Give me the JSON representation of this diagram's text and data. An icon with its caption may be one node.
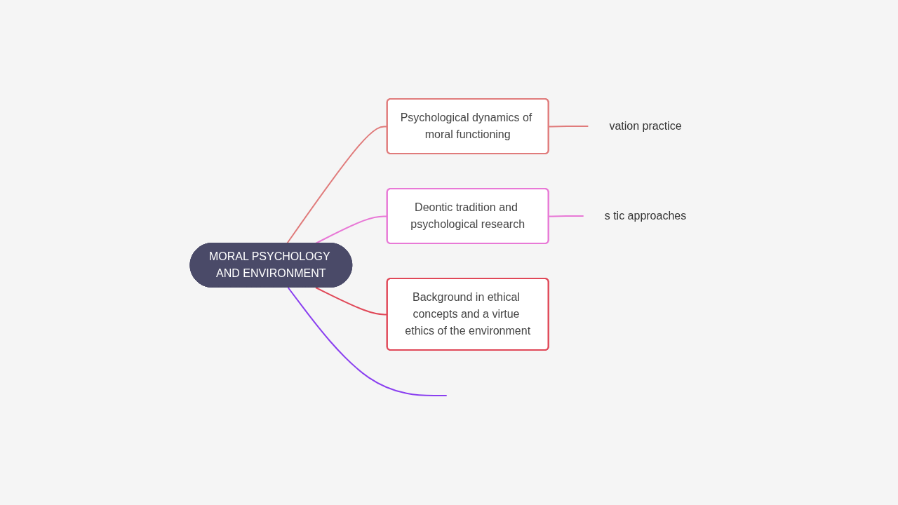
{
  "diagram": {
    "nodes": [
      {
        "text": [
          "MORAL PSYCHOLOGY AND ENVIRONMENT"
        ]
      },
      {
        "text": [
          "Psychological dynamics of moral functioning"
        ]
      },
      {
        "text": [
          "vation practice"
        ]
      },
      {
        "text": [
          "Deontic tradition and psychological research"
        ]
      },
      {
        "text": [
          "s tic approaches"
        ]
      },
      {
        "text": [
          "Background in ethical concepts and a virtue ethics of the environment"
        ]
      }
    ],
    "edges": [
      {
        "from": 0,
        "to": 1,
        "arrow": "none",
        "color": "#e07b7b"
      },
      {
        "from": 1,
        "to": 2,
        "arrow": "none",
        "color": "#e07b7b"
      },
      {
        "from": 0,
        "to": 3,
        "arrow": "none",
        "color": "#e879d6"
      },
      {
        "from": 3,
        "to": 4,
        "arrow": "none",
        "color": "#e879d6"
      },
      {
        "from": 0,
        "to": 5,
        "arrow": "none",
        "color": "#e04858"
      },
      {
        "from": 0,
        "to": null,
        "arrow": "none",
        "color": "#8a3ff0"
      }
    ]
  }
}
